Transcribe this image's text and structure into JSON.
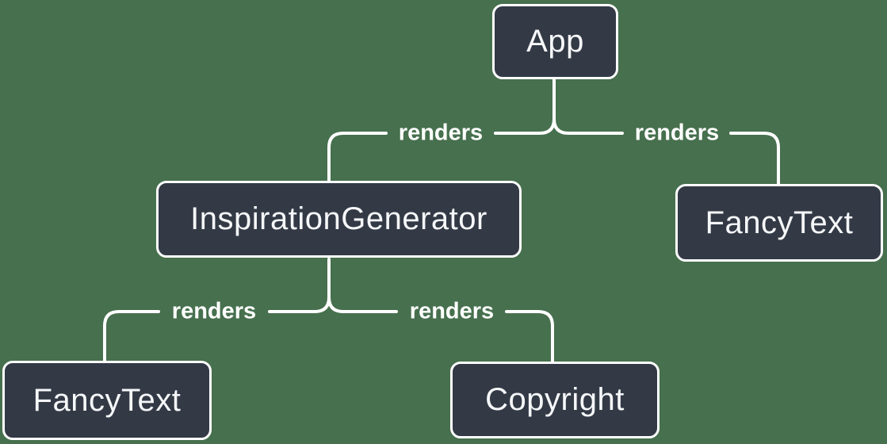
{
  "diagram": {
    "colors": {
      "background": "#47704E",
      "node_fill": "#333A46",
      "node_border": "#FFFFFF",
      "node_text": "#F6F7F9",
      "edge_line": "#FFFFFF",
      "edge_label_text": "#FFFFFF"
    },
    "nodes": [
      {
        "id": "app",
        "label": "App"
      },
      {
        "id": "inspiration-generator",
        "label": "InspirationGenerator"
      },
      {
        "id": "fancy-text-top",
        "label": "FancyText"
      },
      {
        "id": "fancy-text-bottom",
        "label": "FancyText"
      },
      {
        "id": "copyright",
        "label": "Copyright"
      }
    ],
    "edges": [
      {
        "from": "App",
        "to": "InspirationGenerator",
        "label": "renders"
      },
      {
        "from": "App",
        "to": "FancyText",
        "label": "renders"
      },
      {
        "from": "InspirationGenerator",
        "to": "FancyText",
        "label": "renders"
      },
      {
        "from": "InspirationGenerator",
        "to": "Copyright",
        "label": "renders"
      }
    ]
  }
}
